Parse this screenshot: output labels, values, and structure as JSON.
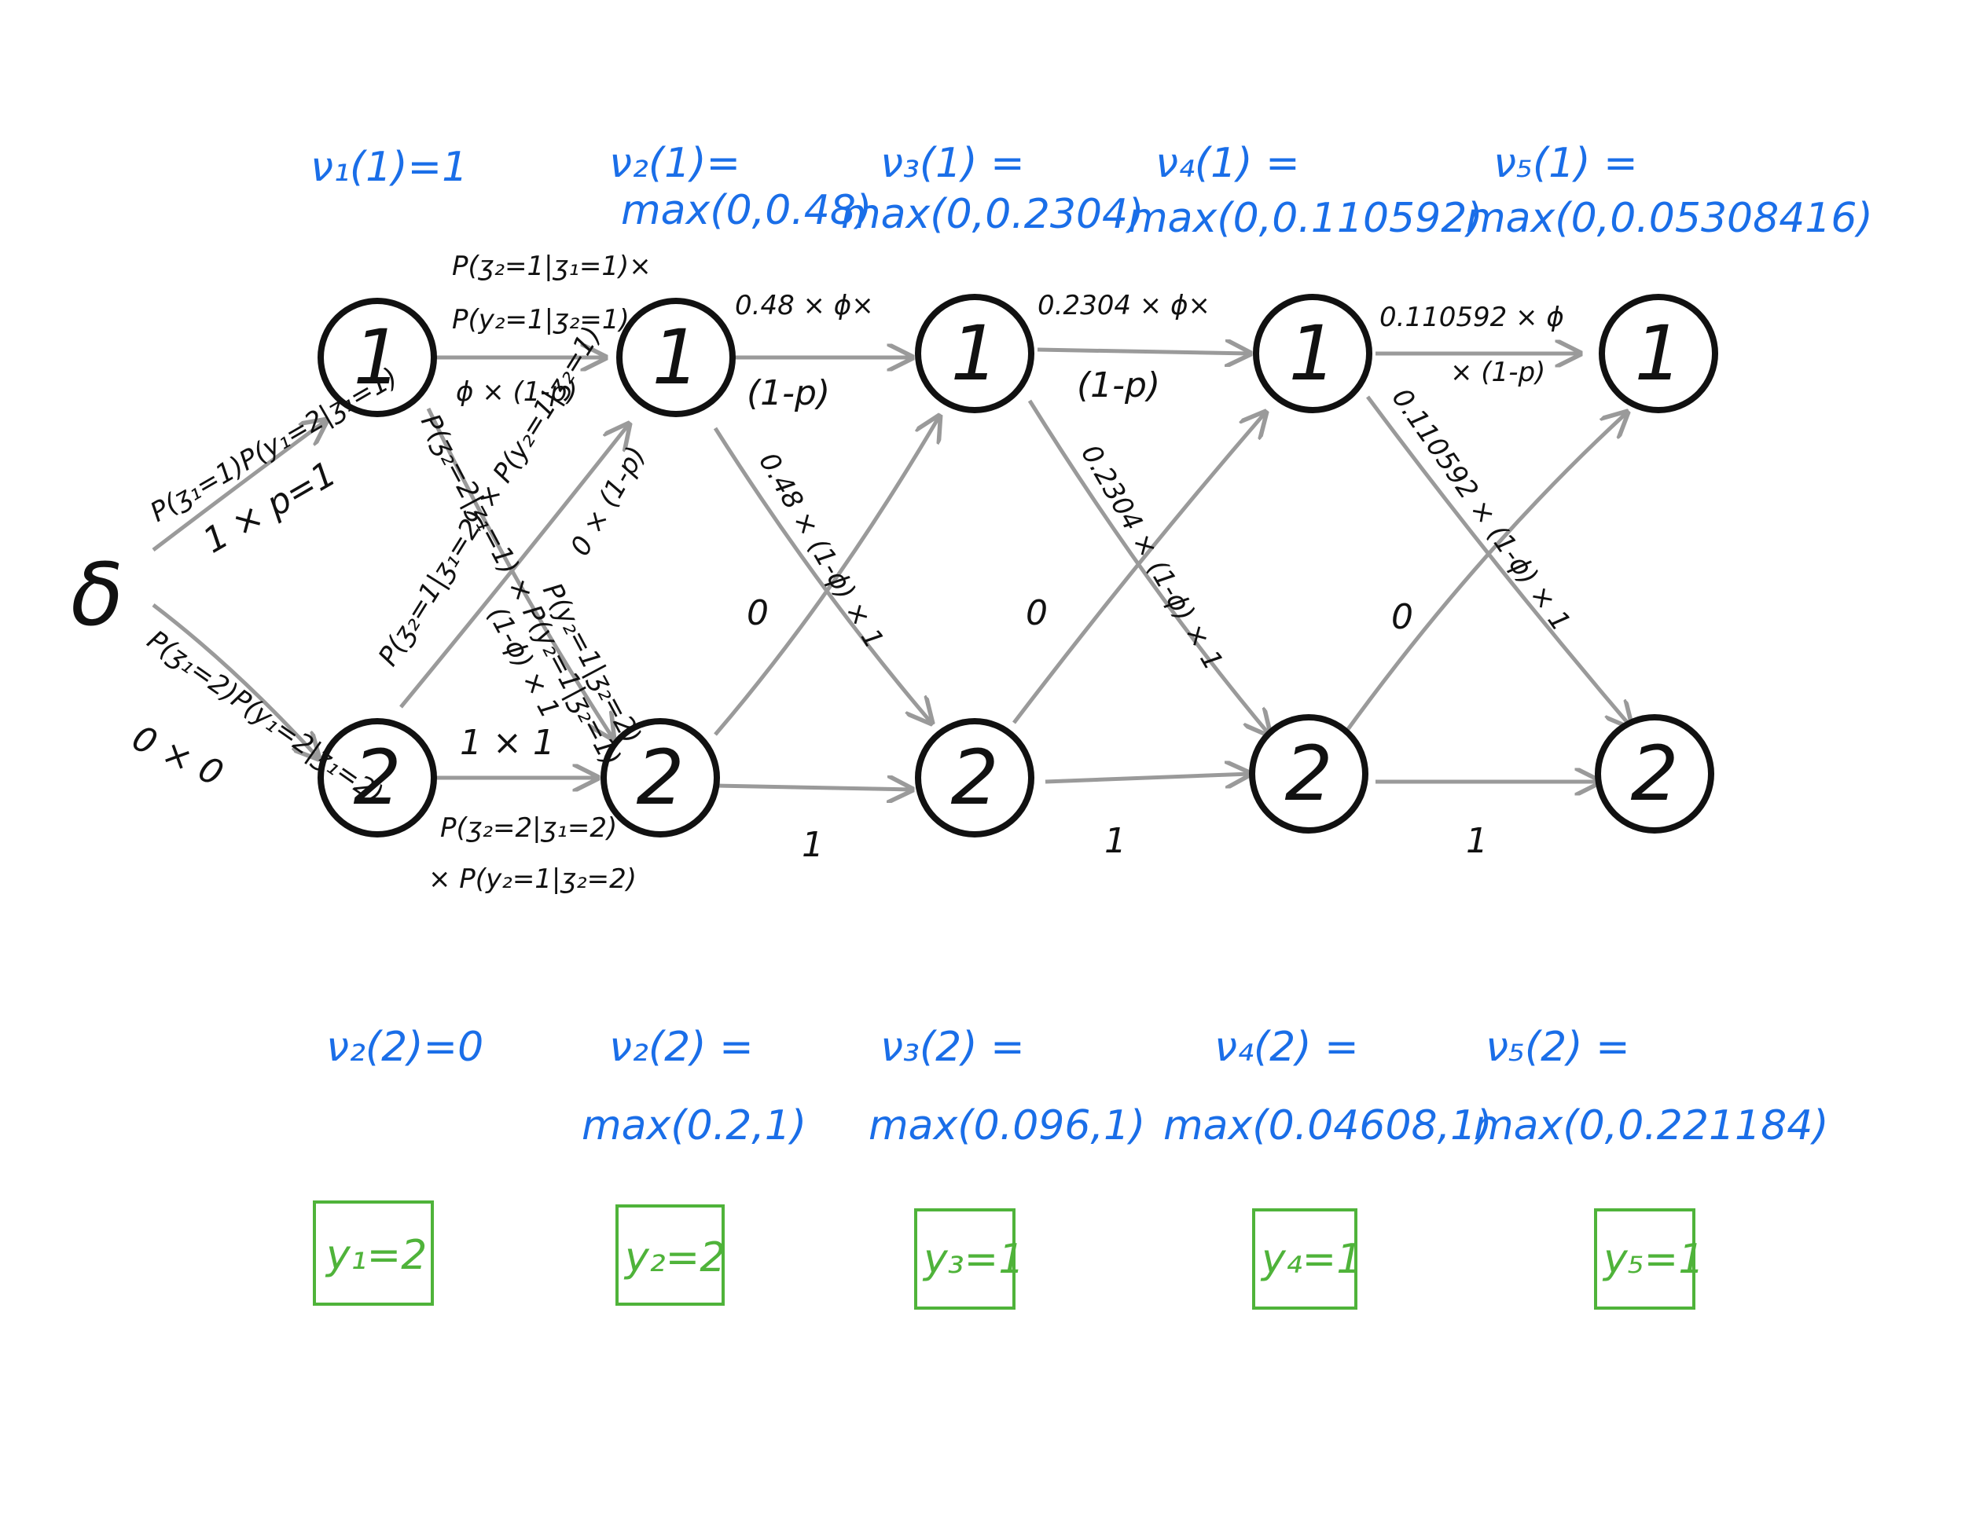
{
  "start_symbol": "δ",
  "states": [
    "1",
    "2"
  ],
  "columns": [
    {
      "v1_label": "ν₁(1)=1",
      "v1_expr": "",
      "v2_label": "ν₂(2)=0",
      "v2_expr": "",
      "decision": "y₁=2"
    },
    {
      "v1_label": "ν₂(1)=",
      "v1_expr": "max(0,0.48)",
      "v2_label": "ν₂(2) =",
      "v2_expr": "max(0.2,1)",
      "decision": "y₂=2"
    },
    {
      "v1_label": "ν₃(1) =",
      "v1_expr": "max(0,0.2304)",
      "v2_label": "ν₃(2) =",
      "v2_expr": "max(0.096,1)",
      "decision": "y₃=1"
    },
    {
      "v1_label": "ν₄(1) =",
      "v1_expr": "max(0,0.110592)",
      "v2_label": "ν₄(2) =",
      "v2_expr": "max(0.04608,1)",
      "decision": "y₄=1"
    },
    {
      "v1_label": "ν₅(1) =",
      "v1_expr": "max(0,0.05308416)",
      "v2_label": "ν₅(2) =",
      "v2_expr": "max(0,0.221184)",
      "decision": "y₅=1"
    }
  ],
  "edge_labels": {
    "start_to_1_a": "P(ʒ₁=1)P(y₁=2|ʒ₁=1)",
    "start_to_1_b": "1 × p=1",
    "start_to_2_a": "P(ʒ₁=2)P(y₁=2|ʒ₁=2)",
    "start_to_2_b": "0 × 0",
    "e12_11_a": "P(ʒ₂=1|ʒ₁=1)×",
    "e12_11_b": "P(y₂=1|ʒ₂=1)",
    "e12_11_c": "ϕ × (1-p)",
    "e12_12_a": "P(ʒ₂=2|ʒ₁=1) × P(y₂=1|ʒ₂=1)",
    "e12_12_b": "(1-ϕ) × 1",
    "e12_21_a": "P(ʒ₂=1|ʒ₁=2) × P(y₂=1|ʒ₂=1)",
    "e12_21_b": "0 × (1-p)",
    "e12_22_x": "P(y₂=1|ʒ₂=2)",
    "e12_22_a": "1 × 1",
    "e12_22_b": "P(ʒ₂=2|ʒ₁=2)",
    "e12_22_c": "× P(y₂=1|ʒ₂=2)",
    "e23_11_a": "0.48 × ϕ×",
    "e23_11_b": "(1-p)",
    "e23_12": "0.48 × (1-ϕ) × 1",
    "e23_21": "0",
    "e23_22": "1",
    "e34_11_a": "0.2304 × ϕ×",
    "e34_11_b": "(1-p)",
    "e34_12": "0.2304 × (1-ϕ) × 1",
    "e34_21": "0",
    "e34_22": "1",
    "e45_11_a": "0.110592 × ϕ",
    "e45_11_b": "× (1-p)",
    "e45_12": "0.110592 × (1-ϕ) × 1",
    "e45_21": "0",
    "e45_22": "1"
  },
  "colors": {
    "ink": "#111111",
    "edge": "#9a9a9a",
    "value": "#1a6ee8",
    "decision": "#4fb33a"
  }
}
